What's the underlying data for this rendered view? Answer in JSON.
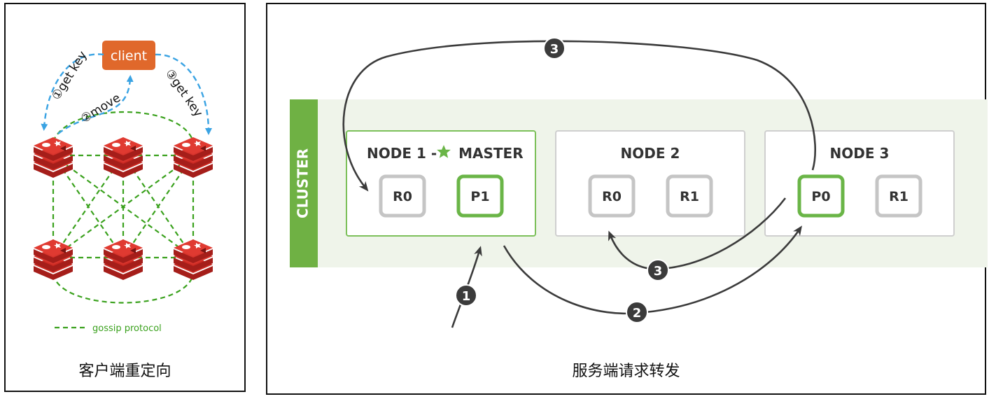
{
  "left": {
    "client_label": "client",
    "step1_label": "①get key",
    "step2_label": "②move",
    "step3_label": "③get key",
    "legend_label": "gossip protocol",
    "caption": "客户端重定向",
    "colors": {
      "client": "#e0682b",
      "arrow": "#3aa3e3",
      "gossip": "#3aa11d",
      "redis": "#cc2a23"
    }
  },
  "right": {
    "cluster_label": "CLUSTER",
    "nodes": [
      {
        "prefix": "NODE 1 - ",
        "master_suffix": "MASTER",
        "shards": [
          "R0",
          "P1"
        ]
      },
      {
        "title": "NODE 2",
        "shards": [
          "R0",
          "R1"
        ]
      },
      {
        "title": "NODE 3",
        "shards": [
          "P0",
          "R1"
        ]
      }
    ],
    "step_badges": [
      "1",
      "2",
      "3",
      "3"
    ],
    "caption": "服务端请求转发",
    "colors": {
      "cluster_bar": "#6fb144",
      "band": "#eff4ea",
      "primary": "#6ab547",
      "replica": "#c5c5c5",
      "badge": "#3b3b3b"
    }
  }
}
